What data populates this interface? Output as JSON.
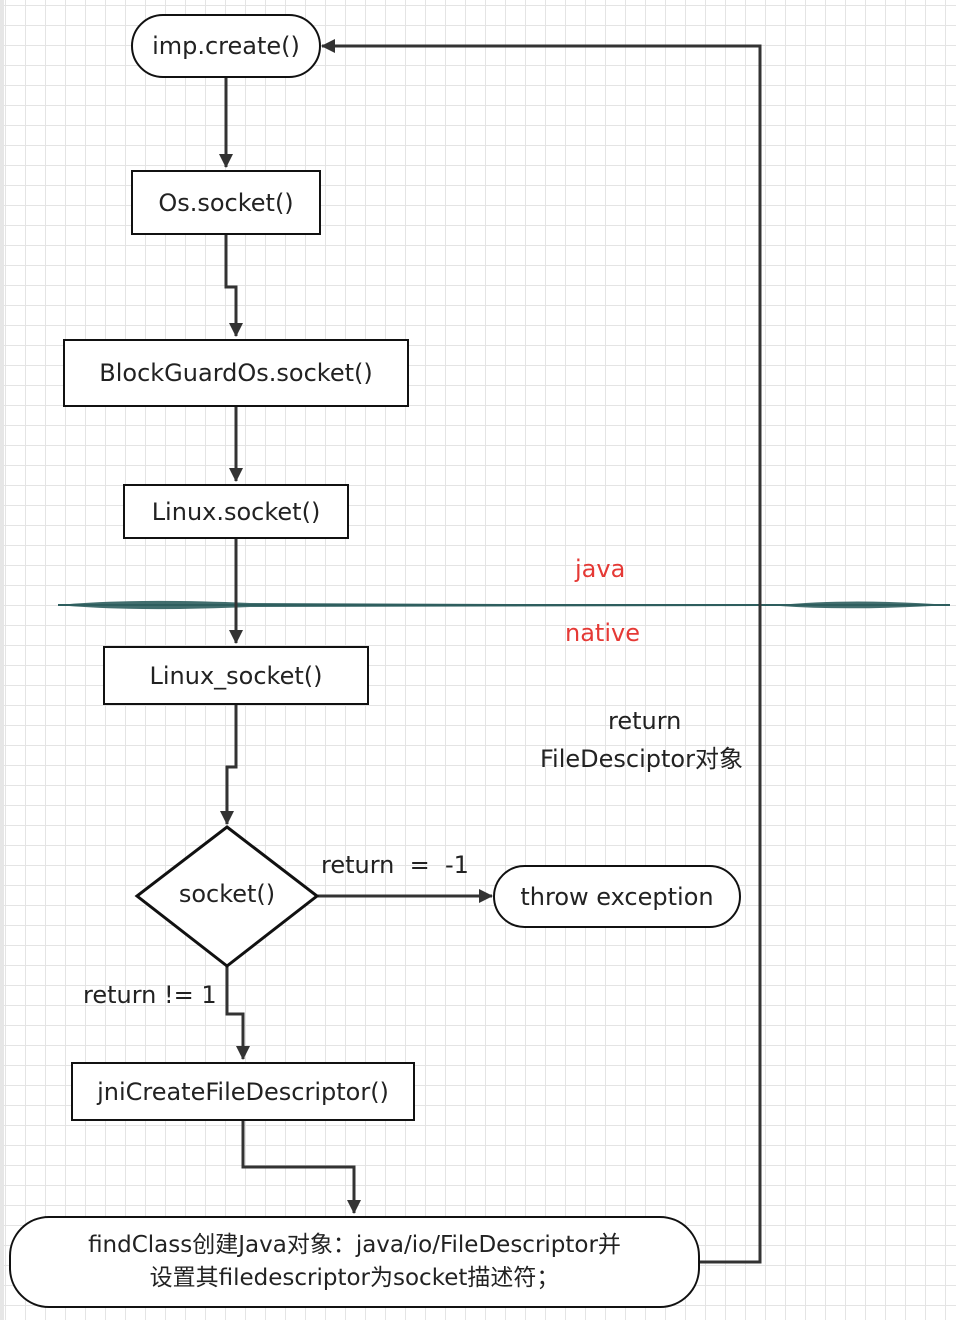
{
  "nodes": {
    "imp_create": "imp.create()",
    "os_socket": "Os.socket()",
    "blockguard_socket": "BlockGuardOs.socket()",
    "linux_socket": "Linux.socket()",
    "linux_native_socket": "Linux_socket()",
    "socket_decision": "socket()",
    "throw_exception": "throw exception",
    "jni_create": "jniCreateFileDescriptor()",
    "find_class_line1": "findClass创建Java对象：java/io/FileDescriptor并",
    "find_class_line2": "设置其filedescriptor为socket描述符；"
  },
  "labels": {
    "java": "java",
    "native": "native",
    "return_line1": "return",
    "return_line2": "FileDesciptor对象",
    "return_minus1": "return  =  -1",
    "return_ne1": "return != 1"
  },
  "colors": {
    "layer_label": "#e53935",
    "divider": "#2e5e5e",
    "stroke": "#333333"
  }
}
